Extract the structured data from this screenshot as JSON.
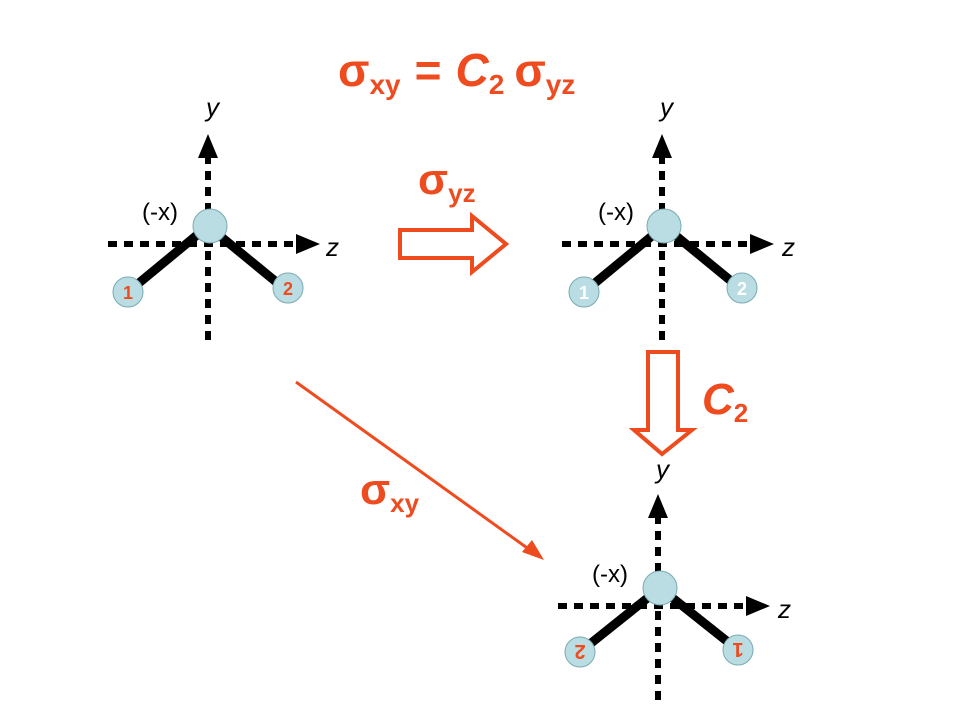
{
  "colors": {
    "accent": "#ee4b1f",
    "atom_center": "#b9dde3",
    "bond": "#000000",
    "axis": "#000000"
  },
  "equation": {
    "lhs_symbol": "σ",
    "lhs_subscript": "xy",
    "equals": "=",
    "op1_symbol": "C",
    "op1_subscript": "2",
    "op2_symbol": "σ",
    "op2_subscript": "yz"
  },
  "axes": {
    "y_label": "y",
    "z_label": "z",
    "x_label": "(-x)"
  },
  "arrows": {
    "sigma_yz": {
      "symbol": "σ",
      "subscript": "yz"
    },
    "c2": {
      "symbol": "C",
      "subscript": "2"
    },
    "sigma_xy": {
      "symbol": "σ",
      "subscript": "xy"
    }
  },
  "molecules": {
    "original": {
      "left_atom": "1",
      "right_atom": "2"
    },
    "after_sigma_yz": {
      "left_atom": "1",
      "right_atom": "2"
    },
    "after_c2": {
      "left_atom": "2",
      "right_atom": "1",
      "labels_rotated": true
    }
  }
}
